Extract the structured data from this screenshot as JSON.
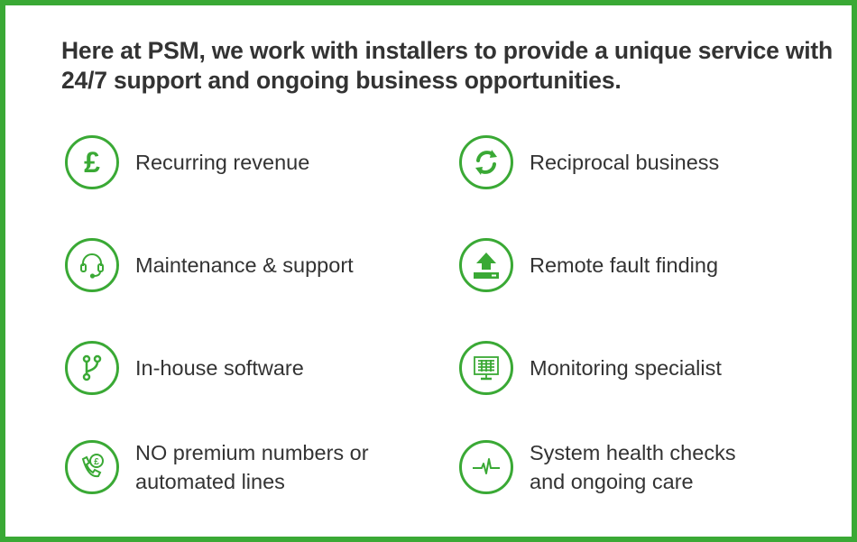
{
  "headline": "Here at PSM, we work with installers to provide a unique service with 24/7 support and ongoing business opportunities.",
  "accent_color": "#3aa935",
  "features": [
    {
      "label": "Recurring revenue",
      "icon": "pound-icon"
    },
    {
      "label": "Reciprocal business",
      "icon": "refresh-icon"
    },
    {
      "label": "Maintenance & support",
      "icon": "headset-icon"
    },
    {
      "label": "Remote fault finding",
      "icon": "upload-icon"
    },
    {
      "label": "In-house software",
      "icon": "branch-icon"
    },
    {
      "label": "Monitoring specialist",
      "icon": "monitor-icon"
    },
    {
      "label": "NO premium numbers or automated lines",
      "icon": "phone-pound-icon"
    },
    {
      "label": "System health checks and ongoing care",
      "icon": "heartbeat-icon"
    }
  ]
}
